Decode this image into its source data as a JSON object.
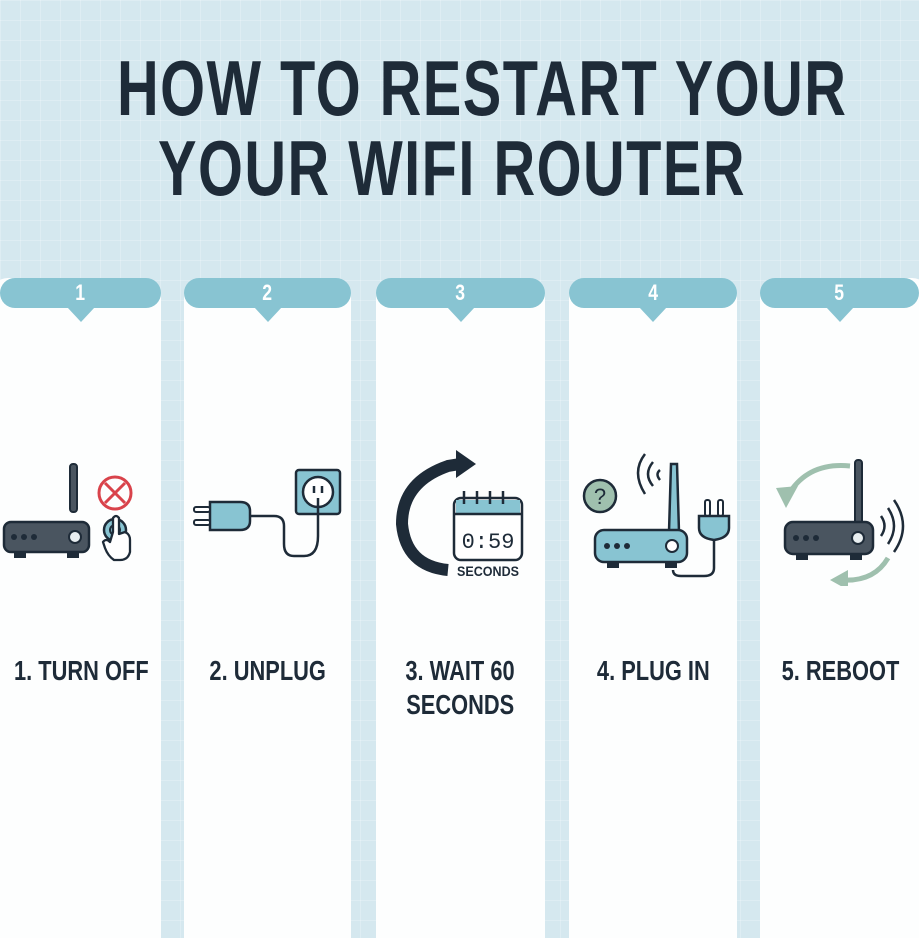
{
  "title": {
    "line1": "HOW TO RESTART YOUR",
    "line2": "YOUR WIFI ROUTER"
  },
  "colors": {
    "background": "#d5e8ef",
    "tab": "#88c4d2",
    "text_dark": "#1e2b38",
    "router_dark": "#4a5560",
    "router_light": "#88c4d2",
    "alert_red": "#d9434b",
    "arrow_green": "#9fc0ae"
  },
  "steps": [
    {
      "number": "1",
      "label_line1": "1. TURN OFF",
      "label_line2": "",
      "icon": "router-power-off-icon"
    },
    {
      "number": "2",
      "label_line1": "2. UNPLUG",
      "label_line2": "",
      "icon": "unplug-icon"
    },
    {
      "number": "3",
      "label_line1": "3. WAIT 60",
      "label_line2": "SECONDS",
      "icon": "timer-icon",
      "timer_value": "0:59",
      "timer_caption": "SECONDS"
    },
    {
      "number": "4",
      "label_line1": "4. PLUG IN",
      "label_line2": "",
      "icon": "plug-in-router-icon",
      "badge": "?"
    },
    {
      "number": "5",
      "label_line1": "5. REBOOT",
      "label_line2": "",
      "icon": "reboot-router-icon"
    }
  ]
}
